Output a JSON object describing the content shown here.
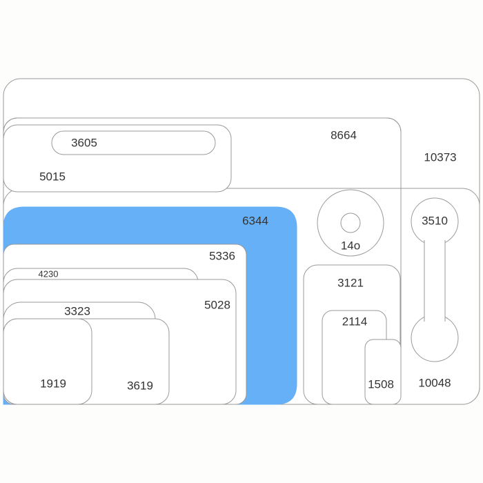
{
  "colors": {
    "highlight": "#66b0f7",
    "stroke": "#999999",
    "background": "#fdfdfb"
  },
  "labels": {
    "outer": "10373",
    "group_8664": "8664",
    "group_5015": "5015",
    "pill_3605": "3605",
    "group_10048": "10048",
    "highlight_6344": "6344",
    "box_5336": "5336",
    "box_4230": "4230",
    "box_5028": "5028",
    "box_3323": "3323",
    "box_3619": "3619",
    "box_1919": "1919",
    "ring_14o": "14o",
    "box_3121": "3121",
    "box_2114": "2114",
    "box_1508": "1508",
    "dumbbell_3510": "3510"
  }
}
